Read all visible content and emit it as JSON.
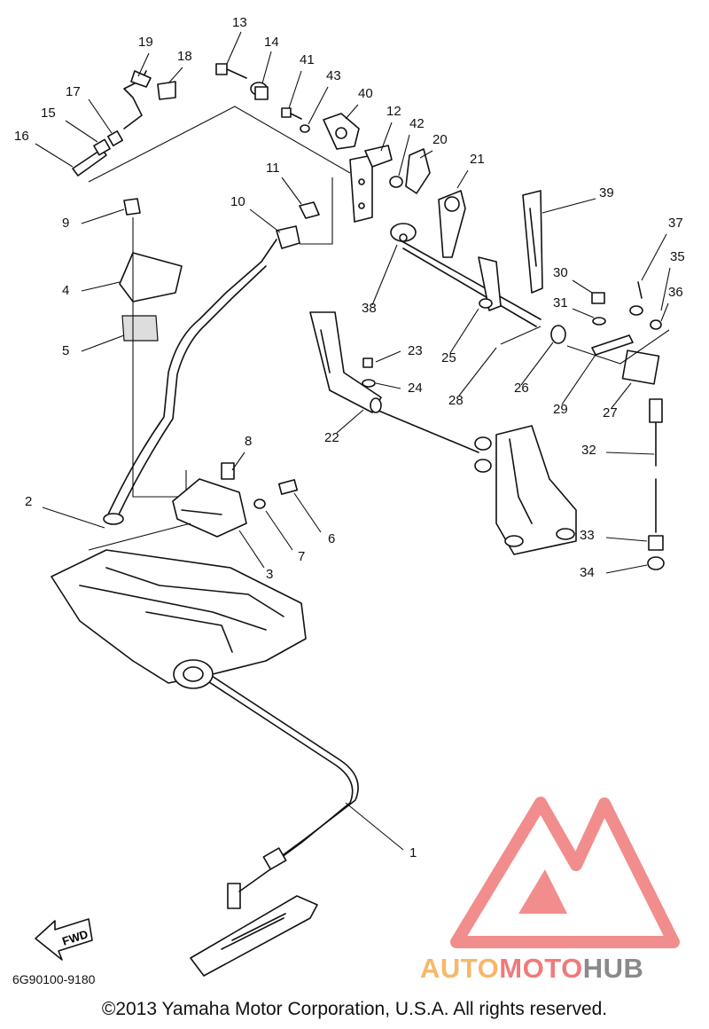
{
  "diagram": {
    "part_numbers": [
      "1",
      "2",
      "3",
      "4",
      "5",
      "6",
      "7",
      "8",
      "9",
      "10",
      "11",
      "12",
      "13",
      "14",
      "15",
      "16",
      "17",
      "18",
      "19",
      "20",
      "21",
      "22",
      "23",
      "24",
      "25",
      "26",
      "27",
      "28",
      "29",
      "30",
      "31",
      "32",
      "33",
      "34",
      "35",
      "36",
      "37",
      "38",
      "39",
      "40",
      "41",
      "42",
      "43"
    ],
    "fwd_label": "FWD",
    "ref_code": "6G90100-9180",
    "copyright": "©2013 Yamaha Motor Corporation, U.S.A. All rights reserved."
  },
  "watermark": {
    "part1": "AUTO",
    "part2": "MOTO",
    "part3": "HUB",
    "colors": {
      "auto": "#f5b86a",
      "moto": "#f07a7a",
      "hub": "#8a8a8a",
      "logo": "#f07a7a"
    }
  }
}
